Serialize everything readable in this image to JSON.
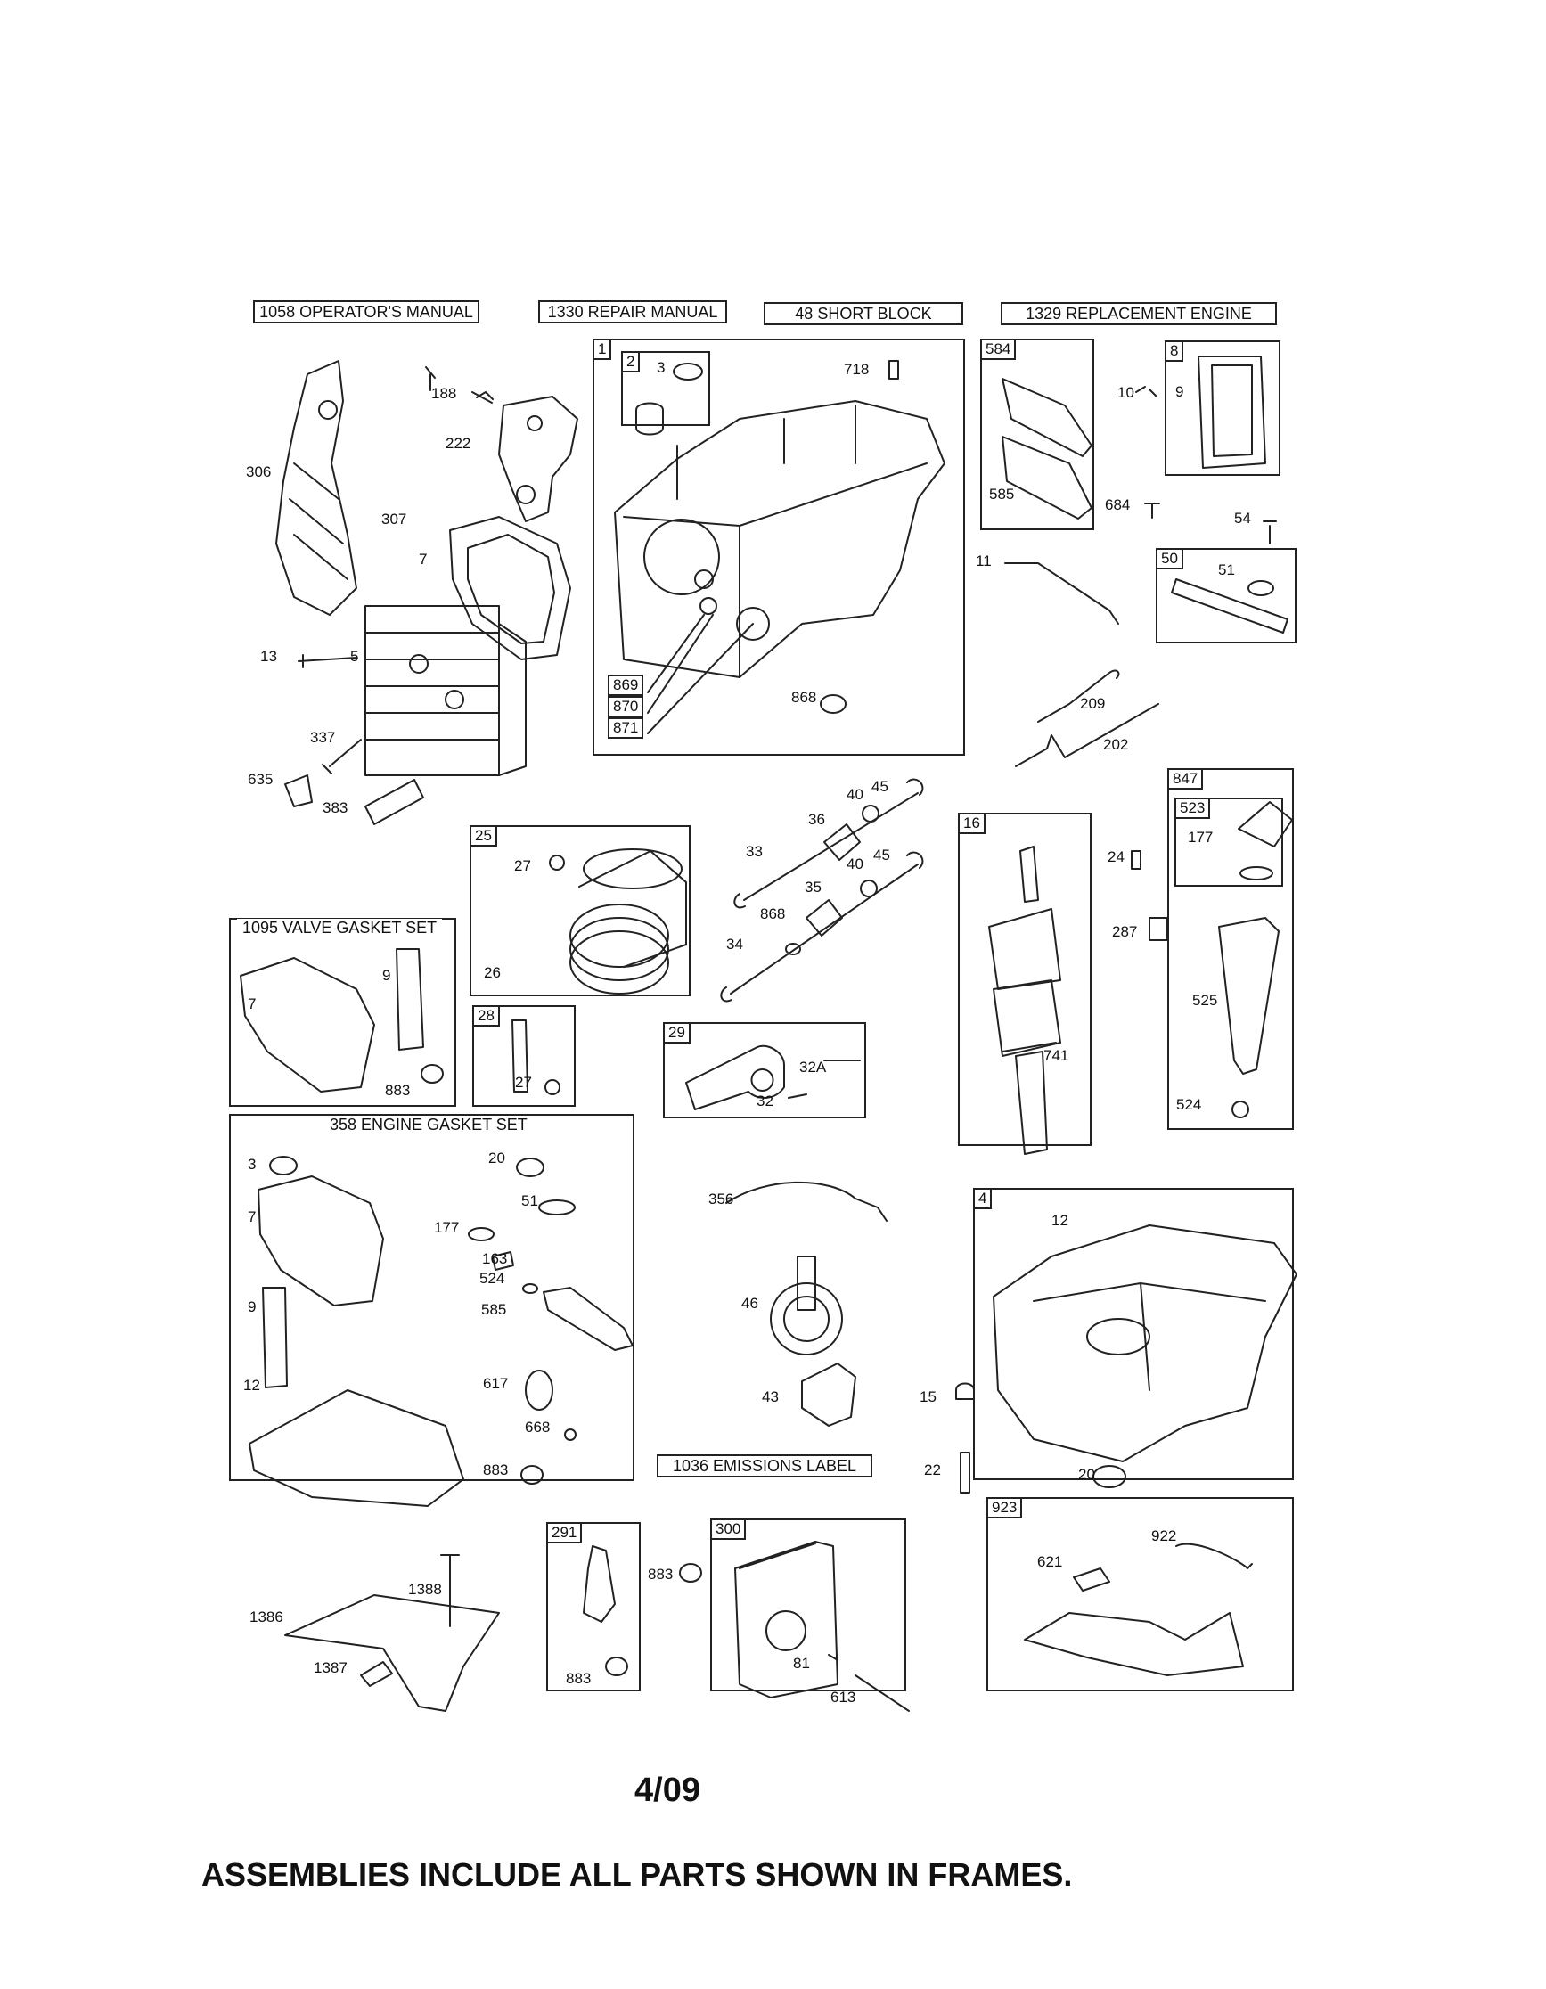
{
  "headers": {
    "operators_manual": "1058 OPERATOR'S MANUAL",
    "repair_manual": "1330 REPAIR MANUAL",
    "short_block": "48 SHORT BLOCK",
    "replacement_engine": "1329 REPLACEMENT ENGINE"
  },
  "frames": {
    "short_block_tag": "1",
    "sleeve_tag": "2",
    "breather_tag": "584",
    "cover_tag": "8",
    "tube_tag": "50",
    "piston_tag": "25",
    "valve_gasket_title": "1095 VALVE GASKET SET",
    "pin_tag": "28",
    "rod_tag": "29",
    "crankshaft_tag": "16",
    "dipstick_tag": "847",
    "cap_tag": "523",
    "engine_gasket_title": "358 ENGINE GASKET SET",
    "sump_tag": "4",
    "emissions_label": "1036 EMISSIONS LABEL",
    "solenoid_tag": "291",
    "muffler_tag": "300",
    "control_tag": "923",
    "seal_tags": [
      "869",
      "870",
      "871"
    ]
  },
  "labels": {
    "n188": "188",
    "n222": "222",
    "n306": "306",
    "n307": "307",
    "n7a": "7",
    "n13": "13",
    "n5": "5",
    "n337": "337",
    "n635": "635",
    "n383": "383",
    "n3a": "3",
    "n718": "718",
    "n868a": "868",
    "n10": "10",
    "n9a": "9",
    "n585a": "585",
    "n684": "684",
    "n54": "54",
    "n11": "11",
    "n51a": "51",
    "n209": "209",
    "n202": "202",
    "n40a": "40",
    "n45a": "45",
    "n36": "36",
    "n33": "33",
    "n40b": "40",
    "n45b": "45",
    "n35": "35",
    "n868b": "868",
    "n34": "34",
    "n27a": "27",
    "n26": "26",
    "n7b": "7",
    "n9b": "9",
    "n883a": "883",
    "n27b": "27",
    "n32a": "32A",
    "n32": "32",
    "n24": "24",
    "n287": "287",
    "n741": "741",
    "n177a": "177",
    "n525": "525",
    "n524a": "524",
    "n3b": "3",
    "n20a": "20",
    "n51b": "51",
    "n177b": "177",
    "n7c": "7",
    "n163": "163",
    "n524b": "524",
    "n585b": "585",
    "n9c": "9",
    "n617": "617",
    "n12a": "12",
    "n668": "668",
    "n883b": "883",
    "n356": "356",
    "n46": "46",
    "n43": "43",
    "n15": "15",
    "n22": "22",
    "n12b": "12",
    "n20b": "20",
    "n1388": "1388",
    "n1386": "1386",
    "n1387": "1387",
    "n883c": "883",
    "n883d": "883",
    "n81": "81",
    "n613": "613",
    "n922": "922",
    "n621": "621"
  },
  "footer": {
    "date": "4/09",
    "note": "ASSEMBLIES INCLUDE ALL PARTS SHOWN IN FRAMES."
  }
}
